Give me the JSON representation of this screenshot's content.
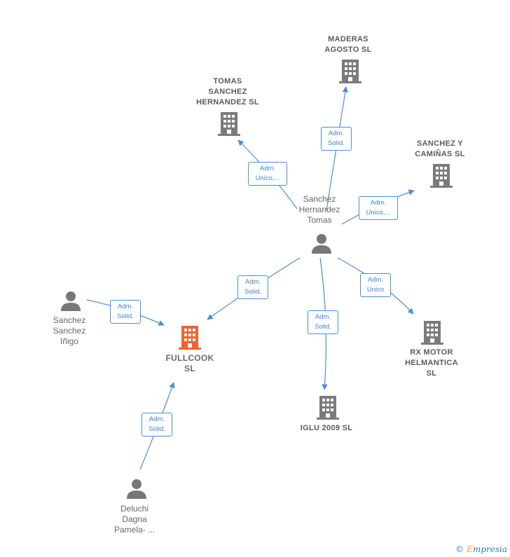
{
  "nodes": {
    "maderas": "MADERAS\nAGOSTO SL",
    "tomas_sanchez": "TOMAS\nSANCHEZ\nHERNANDEZ SL",
    "sanchez_caminas": "SANCHEZ Y\nCAMIÑAS  SL",
    "sanchez_hernandez": "Sanchez\nHernandez\nTomas",
    "sanchez_sanchez": "Sanchez\nSanchez\nIñigo",
    "fullcook": "FULLCOOK\nSL",
    "rx_motor": "RX MOTOR\nHELMANTICA\nSL",
    "iglu": "IGLU 2009 SL",
    "deluchi": "Deluchi\nDagna\nPamela- ..."
  },
  "edges": {
    "to_maderas": "Adm.\nSolid.",
    "to_tomas": "Adm.\nUnico,...",
    "to_caminas": "Adm.\nUnico,...",
    "to_fullcook_main": "Adm.\nSolid.",
    "to_rx": "Adm.\nUnico",
    "to_iglu": "Adm.\nSolid.",
    "inigo_to_fullcook": "Adm.\nSolid.",
    "deluchi_to_fullcook": "Adm.\nSolid."
  },
  "colors": {
    "edge": "#4a8fd6",
    "company_icon": "#7b7b7b",
    "main_company_icon": "#f0622e",
    "person_icon": "#777777"
  },
  "brand": {
    "copyright": "©",
    "name_first": "E",
    "name_rest": "mpresia"
  }
}
